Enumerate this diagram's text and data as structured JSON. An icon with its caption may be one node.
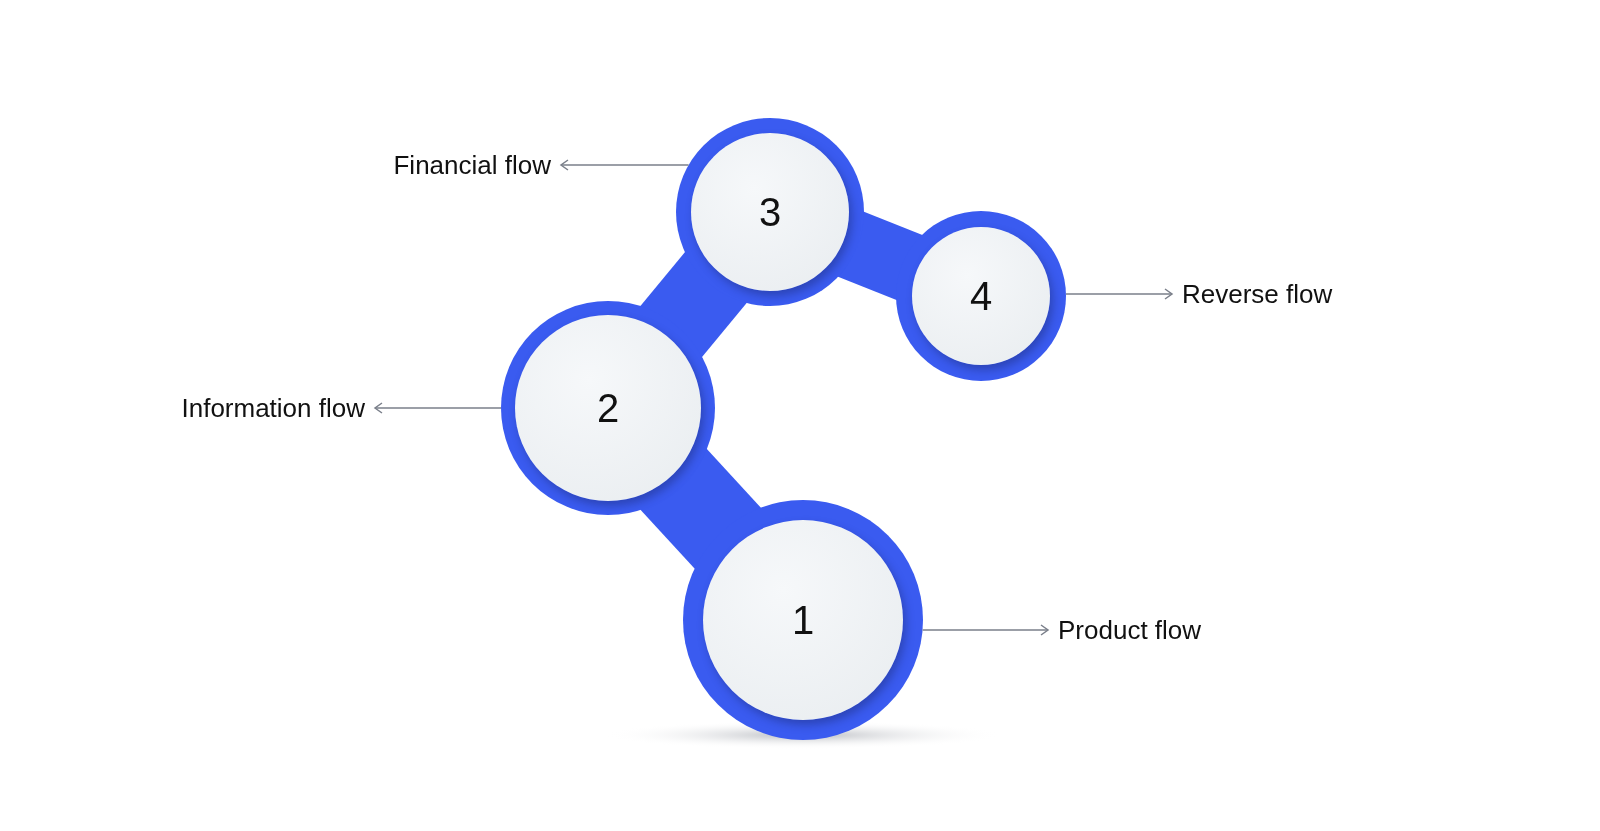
{
  "diagram": {
    "nodes": [
      {
        "text": [
          "Financial flow"
        ]
      },
      {
        "text": [
          "3"
        ]
      },
      {
        "text": [
          "4"
        ]
      },
      {
        "text": [
          "Reverse flow"
        ]
      },
      {
        "text": [
          "Information flow"
        ]
      },
      {
        "text": [
          "2"
        ]
      },
      {
        "text": [
          "1"
        ]
      },
      {
        "text": [
          "Product flow"
        ]
      }
    ],
    "edges": [
      {
        "from": 1,
        "to": 0,
        "arrow": "to"
      },
      {
        "from": 2,
        "to": 3,
        "arrow": "to"
      },
      {
        "from": 5,
        "to": 4,
        "arrow": "to"
      },
      {
        "from": 6,
        "to": 7,
        "arrow": "to"
      }
    ]
  }
}
